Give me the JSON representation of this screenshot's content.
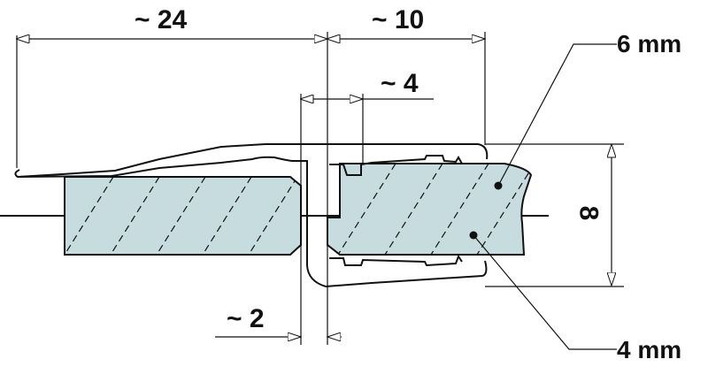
{
  "diagram": {
    "type": "technical cross-section drawing",
    "subject": "glass sealing profile clamping two glass panes",
    "colors": {
      "glass_fill": "#c6dcdf",
      "line": "#111111",
      "background": "#ffffff"
    },
    "dimensions": {
      "overall_flap": "~ 24",
      "profile_width": "~ 10",
      "slot_width": "~ 4",
      "gap": "~ 2",
      "height": "8"
    },
    "callouts": {
      "upper_glass": "6 mm",
      "lower_glass": "4 mm"
    }
  }
}
